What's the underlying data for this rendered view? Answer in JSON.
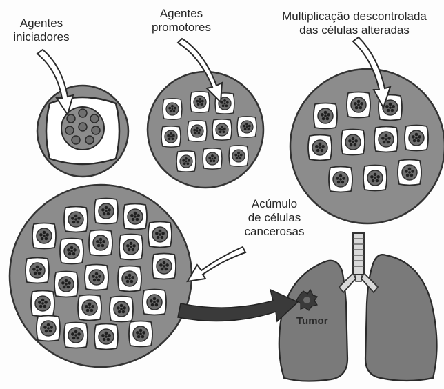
{
  "labels": {
    "initiators": [
      "Agentes",
      "iniciadores"
    ],
    "promoters": [
      "Agentes",
      "promotores"
    ],
    "multiplication": [
      "Multiplicação descontrolada",
      "das células alteradas"
    ],
    "accumulation": [
      "Acúmulo",
      "de células",
      "cancerosas"
    ],
    "tumor": "Tumor"
  },
  "colors": {
    "disc_fill": "#8c8c8c",
    "disc_stroke": "#333333",
    "cell_fill": "#ffffff",
    "nucleus_fill": "#6e6e6e",
    "lung_fill": "#7a7a7a",
    "trachea_fill": "#d9d9d9",
    "arrow_dark": "#3a3a3a"
  },
  "icons": [
    "nucleus-icon",
    "cell-icon",
    "lung-icon",
    "arrow-icon"
  ]
}
